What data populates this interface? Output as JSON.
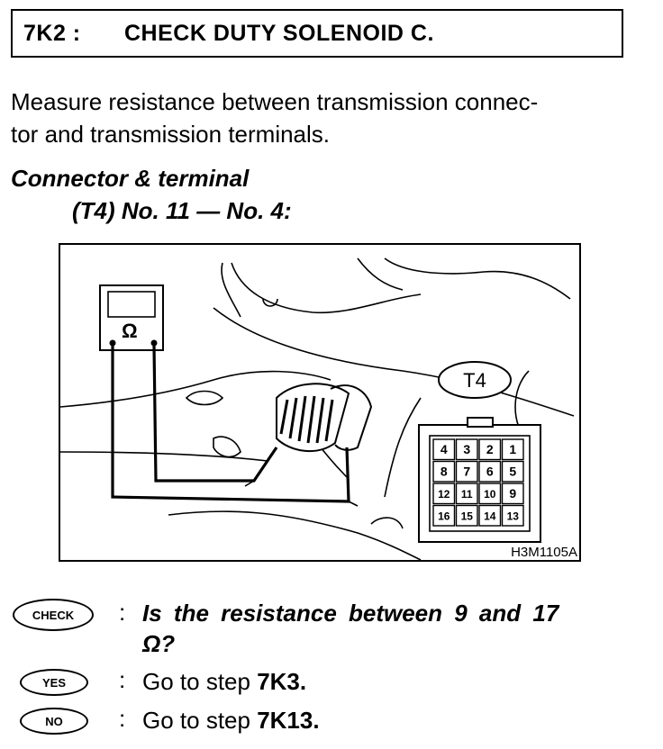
{
  "header": {
    "step_id": "7K2 :",
    "title": "CHECK DUTY SOLENOID C."
  },
  "instruction": {
    "line1": "Measure resistance between transmission connec-",
    "line2": "tor and transmission terminals."
  },
  "connector": {
    "heading": "Connector & terminal",
    "terminals": "(T4) No. 11 — No. 4:"
  },
  "figure": {
    "meter_symbol": "Ω",
    "connector_label": "T4",
    "pins": [
      [
        "4",
        "3",
        "2",
        "1"
      ],
      [
        "8",
        "7",
        "6",
        "5"
      ],
      [
        "12",
        "11",
        "10",
        "9"
      ],
      [
        "16",
        "15",
        "14",
        "13"
      ]
    ],
    "code": "H3M1105A",
    "icons": [
      "ohmmeter-icon",
      "connector-t4-icon"
    ]
  },
  "check": {
    "badge": "CHECK",
    "colon": ":",
    "question_line1": "Is the resistance between 9 and 17",
    "question_line2": "Ω?"
  },
  "yes": {
    "badge": "YES",
    "colon": ":",
    "prefix": "Go to step ",
    "step": "7K3."
  },
  "no": {
    "badge": "NO",
    "colon": ":",
    "prefix": "Go to step ",
    "step": "7K13."
  }
}
